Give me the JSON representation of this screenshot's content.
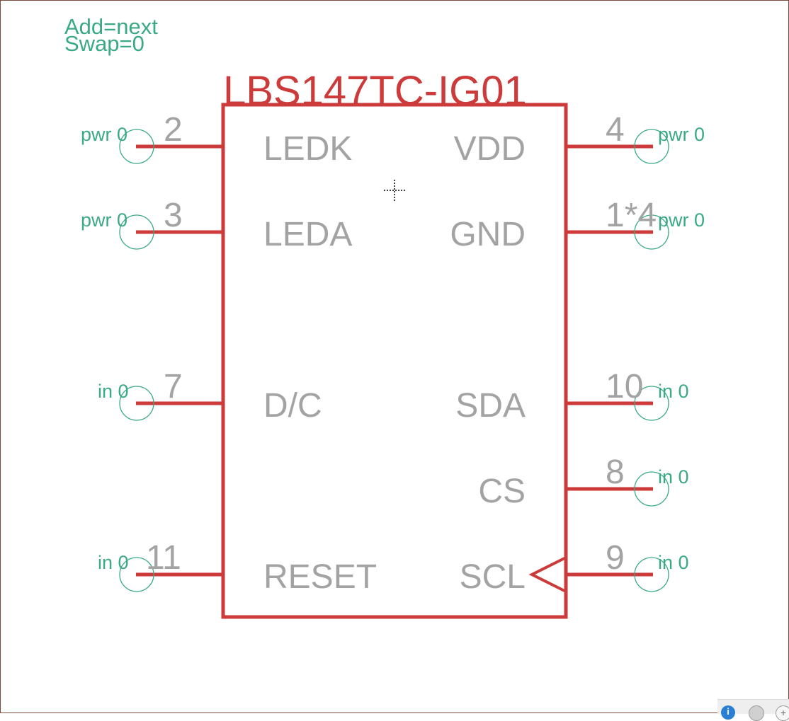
{
  "attributes": {
    "add": "Add=next",
    "swap": "Swap=0"
  },
  "part_name": "LBS147TC-IG01",
  "pins": {
    "ledk": {
      "name": "LEDK",
      "number": "2",
      "attr": "pwr 0"
    },
    "leda": {
      "name": "LEDA",
      "number": "3",
      "attr": "pwr 0"
    },
    "dc": {
      "name": "D/C",
      "number": "7",
      "attr": "in 0"
    },
    "reset": {
      "name": "RESET",
      "number": "11",
      "attr": "in 0"
    },
    "vdd": {
      "name": "VDD",
      "number": "4",
      "attr": "pwr 0"
    },
    "gnd": {
      "name": "GND",
      "number": "1*4",
      "attr": "pwr 0"
    },
    "sda": {
      "name": "SDA",
      "number": "10",
      "attr": "in 0"
    },
    "cs": {
      "name": "CS",
      "number": "8",
      "attr": "in 0"
    },
    "scl": {
      "name": "SCL",
      "number": "9",
      "attr": "in 0"
    }
  },
  "statusbar": {
    "info_icon": "info-icon",
    "visibility_icon": "eye-icon",
    "zoom_icon": "zoom-icon",
    "info_glyph": "i",
    "zoom_glyph": "+"
  },
  "colors": {
    "symbol": "#cc3a3a",
    "attribute": "#3aaa84",
    "pin_text": "#a3a3a3"
  }
}
